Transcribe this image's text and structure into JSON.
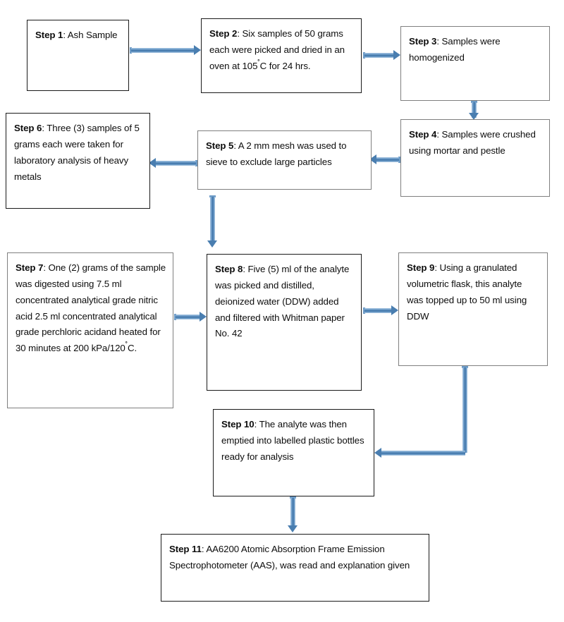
{
  "diagram": {
    "title": "Laboratory ash sample analysis procedure flowchart",
    "accent_color": "#4a7eb0",
    "box_border_dark": "#1a1a1a",
    "box_border_gray": "#7f7f7f",
    "text_color": "#0d0d0d"
  },
  "nodes": [
    {
      "id": "step1",
      "label": "Step 1",
      "sep": ": ",
      "text": "Ash Sample"
    },
    {
      "id": "step2",
      "label": "Step 2",
      "sep": ": ",
      "text_before": "Six samples of 50 grams each were picked and dried in an oven at 105",
      "degree": "˚",
      "text_after": "C for 24 hrs."
    },
    {
      "id": "step3",
      "label": "Step 3",
      "sep": ": ",
      "text": "Samples were homogenized"
    },
    {
      "id": "step4",
      "label": "Step 4",
      "sep": ": ",
      "text": "Samples were crushed using mortar and pestle"
    },
    {
      "id": "step5",
      "label": "Step 5",
      "sep": ": ",
      "text": "A 2 mm mesh was used to sieve to exclude large particles"
    },
    {
      "id": "step6",
      "label": "Step 6",
      "sep": ": ",
      "text": "Three (3) samples of 5 grams each were taken for laboratory analysis of heavy metals"
    },
    {
      "id": "step7",
      "label": "Step 7",
      "sep": ": ",
      "text_before": "One (2) grams of the sample was digested using 7.5 ml concentrated analytical grade nitric acid 2.5 ml concentrated analytical grade perchloric acidand heated for 30 minutes at 200 kPa/120",
      "degree": "˚",
      "text_after": "C."
    },
    {
      "id": "step8",
      "label": "Step 8",
      "sep": ": ",
      "text": "Five (5) ml of the analyte was picked and distilled, deionized water (DDW) added and filtered with Whitman paper No. 42"
    },
    {
      "id": "step9",
      "label": "Step 9",
      "sep": ": ",
      "text": "Using a granulated volumetric flask, this analyte was topped up to 50 ml using DDW"
    },
    {
      "id": "step10",
      "label": "Step 10",
      "sep": ": ",
      "text": "The analyte was then emptied into labelled plastic bottles ready for analysis"
    },
    {
      "id": "step11",
      "label": "Step 11",
      "sep": ": ",
      "text": "AA6200 Atomic Absorption Frame Emission Spectrophotometer (AAS), was read and explanation given"
    }
  ],
  "connectors": [
    {
      "id": "c1-2",
      "from": "step1",
      "to": "step2",
      "direction": "right"
    },
    {
      "id": "c2-3",
      "from": "step2",
      "to": "step3",
      "direction": "right"
    },
    {
      "id": "c3-4",
      "from": "step3",
      "to": "step4",
      "direction": "down"
    },
    {
      "id": "c4-5",
      "from": "step4",
      "to": "step5",
      "direction": "left"
    },
    {
      "id": "c5-6",
      "from": "step5",
      "to": "step6",
      "direction": "left"
    },
    {
      "id": "c5-8",
      "from": "step5",
      "to": "step8",
      "direction": "down"
    },
    {
      "id": "c7-8",
      "from": "step7",
      "to": "step8",
      "direction": "right"
    },
    {
      "id": "c8-9",
      "from": "step8",
      "to": "step9",
      "direction": "right"
    },
    {
      "id": "c9-10",
      "from": "step9",
      "to": "step10",
      "direction": "down-left-elbow"
    },
    {
      "id": "c10-11",
      "from": "step10",
      "to": "step11",
      "direction": "down"
    }
  ]
}
